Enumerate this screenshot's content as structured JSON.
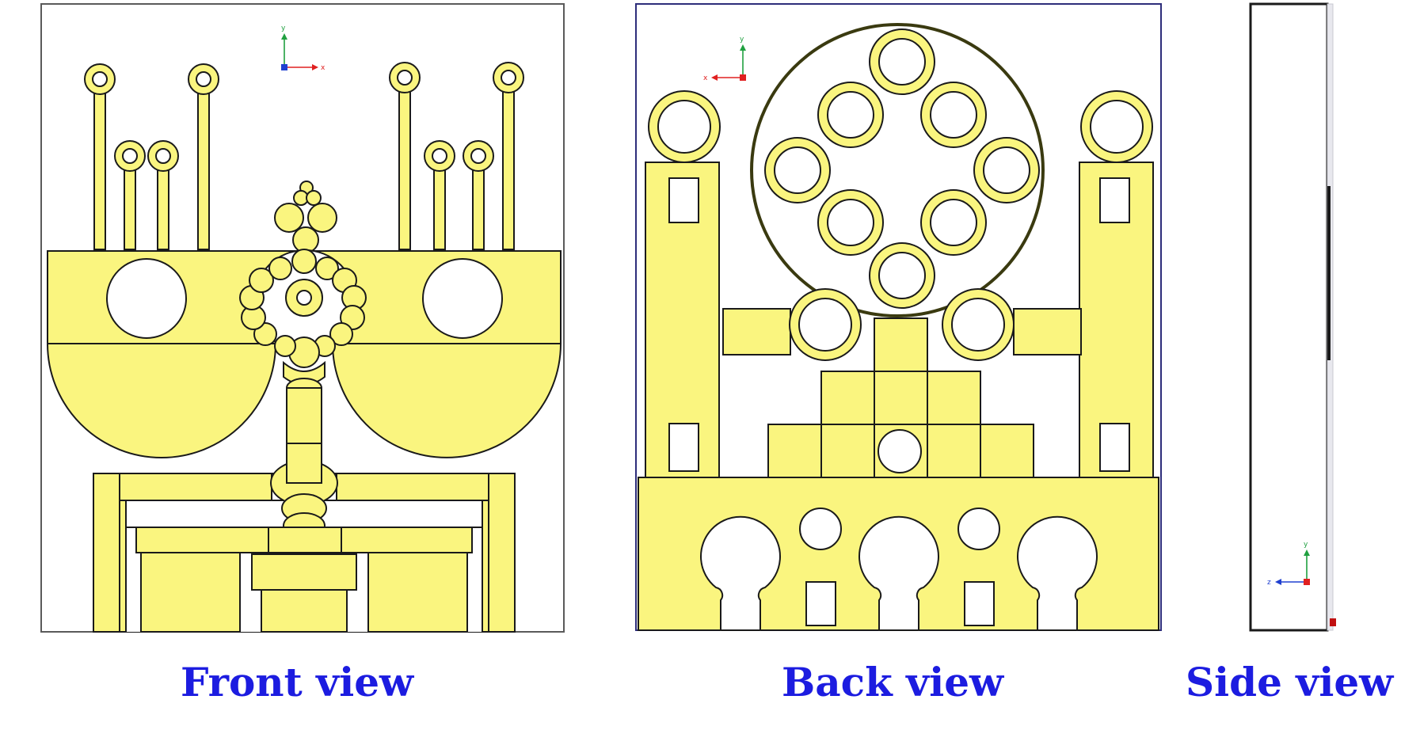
{
  "captions": {
    "front": "Front view",
    "back": "Back view",
    "side": "Side view"
  },
  "axes": {
    "x": "x",
    "y": "y",
    "z": "z"
  },
  "colors": {
    "metal": "#FAF57F",
    "edge": "#1a1a1a",
    "frame": "#5a5a5a",
    "back_frame": "#2d2d7a",
    "caption": "#1c1ce0",
    "axis_x": "#e02020",
    "axis_y": "#20a040",
    "axis_z": "#2040d0"
  }
}
